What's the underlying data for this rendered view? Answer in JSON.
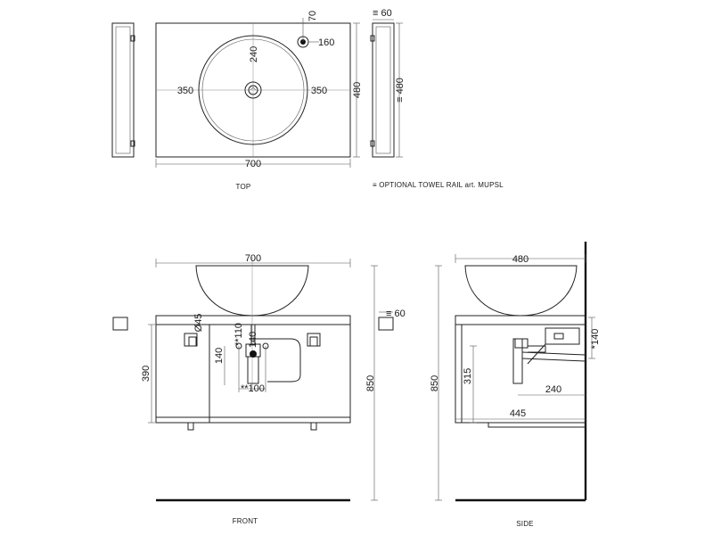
{
  "views": {
    "top": {
      "caption": "TOP",
      "width": "700",
      "depth": "480",
      "basin_diameter": "240",
      "left_offset": "350",
      "right_offset": "350",
      "tap_offset_x": "160",
      "tap_offset_y": "70",
      "rail_projection": "≡ 60",
      "rail_length": "≡ 480"
    },
    "note": "≡ OPTIONAL TOWEL RAIL art. MUPSL",
    "front": {
      "caption": "FRONT",
      "width": "700",
      "total_height": "850",
      "cabinet_height": "390",
      "rail_projection": "≡ 60",
      "drain_diameter": "Ø45",
      "supply_height": "**110",
      "trap_height_a": "140",
      "trap_height_b": "140",
      "supply_spacing": "**100"
    },
    "side": {
      "caption": "SIDE",
      "depth": "480",
      "total_height": "850",
      "trap_height": "315",
      "trap_depth": "240",
      "cabinet_depth": "445",
      "outlet_height": "*140"
    }
  }
}
